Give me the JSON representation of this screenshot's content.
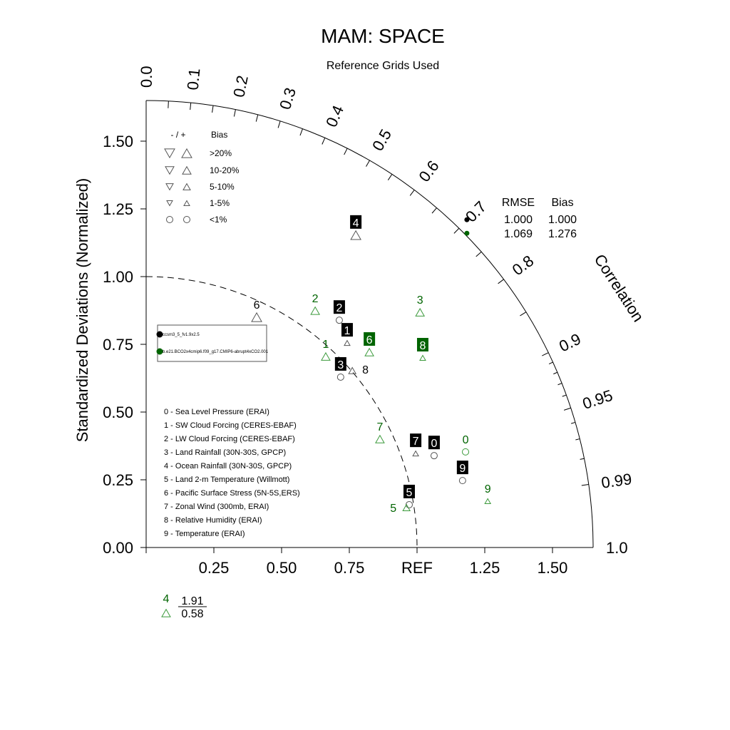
{
  "chart_data": {
    "type": "scatter",
    "subtype": "taylor-diagram",
    "title": "MAM: SPACE",
    "subtitle": "Reference Grids Used",
    "ylabel": "Standardized Deviations (Normalized)",
    "arc_label": "Correlation",
    "std_max": 1.65,
    "y_ticks": [
      "0.00",
      "0.25",
      "0.50",
      "0.75",
      "1.00",
      "1.25",
      "1.50"
    ],
    "y_tick_values": [
      0,
      0.25,
      0.5,
      0.75,
      1.0,
      1.25,
      1.5
    ],
    "x_ticks": [
      "0.25",
      "0.50",
      "0.75",
      "REF",
      "1.25",
      "1.50"
    ],
    "x_tick_values": [
      0.25,
      0.5,
      0.75,
      1.0,
      1.25,
      1.5
    ],
    "corr_labels": [
      "0.0",
      "0.1",
      "0.2",
      "0.3",
      "0.4",
      "0.5",
      "0.6",
      "0.7",
      "0.8",
      "0.9",
      "0.95",
      "0.99",
      "1.0"
    ],
    "corr_label_values": [
      0,
      0.1,
      0.2,
      0.3,
      0.4,
      0.5,
      0.6,
      0.7,
      0.8,
      0.9,
      0.95,
      0.99,
      1.0
    ],
    "colors": {
      "model1": "#000000",
      "model2": "#006400",
      "marker1": "#555555",
      "marker2": "#3c9a3c"
    },
    "models": [
      {
        "name": "ccsm3_5_fv1.9x2.5",
        "color": "#000000"
      },
      {
        "name": "b.e21.BCO2x4cmip6.f09_g17.CMIP6-abrupt4xCO2.001",
        "color": "#006400"
      }
    ],
    "bias_legend": {
      "header_sign": "- / +",
      "header_bias": "Bias",
      "rows": [
        {
          "label": ">20%",
          "marker": "tri5"
        },
        {
          "label": "10-20%",
          "marker": "tri4"
        },
        {
          "label": "5-10%",
          "marker": "tri3"
        },
        {
          "label": "1-5%",
          "marker": "tri2"
        },
        {
          "label": "<1%",
          "marker": "circle"
        }
      ]
    },
    "summary": {
      "headers": [
        "RMSE",
        "Bias"
      ],
      "rows": [
        {
          "model": 0,
          "rmse": "1.000",
          "bias": "1.000"
        },
        {
          "model": 1,
          "rmse": "1.069",
          "bias": "1.276"
        }
      ]
    },
    "variables": [
      "0 - Sea Level Pressure (ERAI)",
      "1 - SW Cloud Forcing (CERES-EBAF)",
      "2 - LW Cloud Forcing (CERES-EBAF)",
      "3 - Land Rainfall (30N-30S, GPCP)",
      "4 - Ocean Rainfall (30N-30S, GPCP)",
      "5 - Land 2-m Temperature (Willmott)",
      "6 - Pacific Surface Stress (5N-5S,ERS)",
      "7 - Zonal Wind (300mb, ERAI)",
      "8 - Relative Humidity (ERAI)",
      "9 - Temperature (ERAI)"
    ],
    "points": [
      {
        "model": 0,
        "label": "0",
        "x": 1.063,
        "y": 0.339,
        "marker": "circle",
        "boxed": true
      },
      {
        "model": 0,
        "label": "1",
        "x": 0.742,
        "y": 0.755,
        "marker": "tri2",
        "boxed": true
      },
      {
        "model": 0,
        "label": "2",
        "x": 0.713,
        "y": 0.839,
        "marker": "circle",
        "boxed": true
      },
      {
        "model": 0,
        "label": "3",
        "x": 0.718,
        "y": 0.629,
        "marker": "circle",
        "boxed": true
      },
      {
        "model": 0,
        "label": "4",
        "x": 0.774,
        "y": 1.153,
        "marker": "tri5",
        "boxed": true
      },
      {
        "model": 0,
        "label": "5",
        "x": 0.971,
        "y": 0.158,
        "marker": "circle",
        "boxed": true
      },
      {
        "model": 0,
        "label": "6",
        "x": 0.408,
        "y": 0.85,
        "marker": "tri5",
        "boxed": false
      },
      {
        "model": 0,
        "label": "7",
        "x": 0.995,
        "y": 0.347,
        "marker": "tri2",
        "boxed": true
      },
      {
        "model": 0,
        "label": "8",
        "x": 0.761,
        "y": 0.653,
        "marker": "tri3",
        "boxed": false
      },
      {
        "model": 0,
        "label": "9",
        "x": 1.168,
        "y": 0.247,
        "marker": "circle",
        "boxed": true
      },
      {
        "model": 1,
        "label": "0",
        "x": 1.179,
        "y": 0.353,
        "marker": "circle",
        "boxed": false
      },
      {
        "model": 1,
        "label": "1",
        "x": 0.663,
        "y": 0.705,
        "marker": "tri4",
        "boxed": false
      },
      {
        "model": 1,
        "label": "2",
        "x": 0.624,
        "y": 0.874,
        "marker": "tri4",
        "boxed": false
      },
      {
        "model": 1,
        "label": "3",
        "x": 1.011,
        "y": 0.868,
        "marker": "tri4",
        "boxed": false
      },
      {
        "model": 1,
        "label": "5",
        "x": 0.961,
        "y": 0.147,
        "marker": "tri3",
        "boxed": false
      },
      {
        "model": 1,
        "label": "6",
        "x": 0.824,
        "y": 0.721,
        "marker": "tri4",
        "boxed": true
      },
      {
        "model": 1,
        "label": "7",
        "x": 0.863,
        "y": 0.4,
        "marker": "tri4",
        "boxed": false
      },
      {
        "model": 1,
        "label": "8",
        "x": 1.021,
        "y": 0.7,
        "marker": "tri2",
        "boxed": true
      },
      {
        "model": 1,
        "label": "9",
        "x": 1.261,
        "y": 0.171,
        "marker": "tri2",
        "boxed": false
      }
    ],
    "model_dots": [
      {
        "model": 0,
        "x": 1.184,
        "y": 1.21
      },
      {
        "model": 1,
        "x": 1.184,
        "y": 1.16
      }
    ],
    "outliers": [
      {
        "model": 1,
        "label": "4",
        "marker": "tri4",
        "std": "1.91",
        "corr": "0.58"
      }
    ]
  }
}
